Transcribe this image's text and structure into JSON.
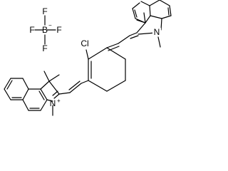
{
  "atoms": {
    "boron": "B",
    "boron_charge": "−",
    "fluorines": [
      "F",
      "F",
      "F",
      "F"
    ],
    "chlorine": "Cl",
    "nitrogen_left": "N",
    "nitrogen_left_charge": "+",
    "nitrogen_right": "N"
  },
  "colors": {
    "bond": "#000000",
    "background": "#ffffff"
  }
}
